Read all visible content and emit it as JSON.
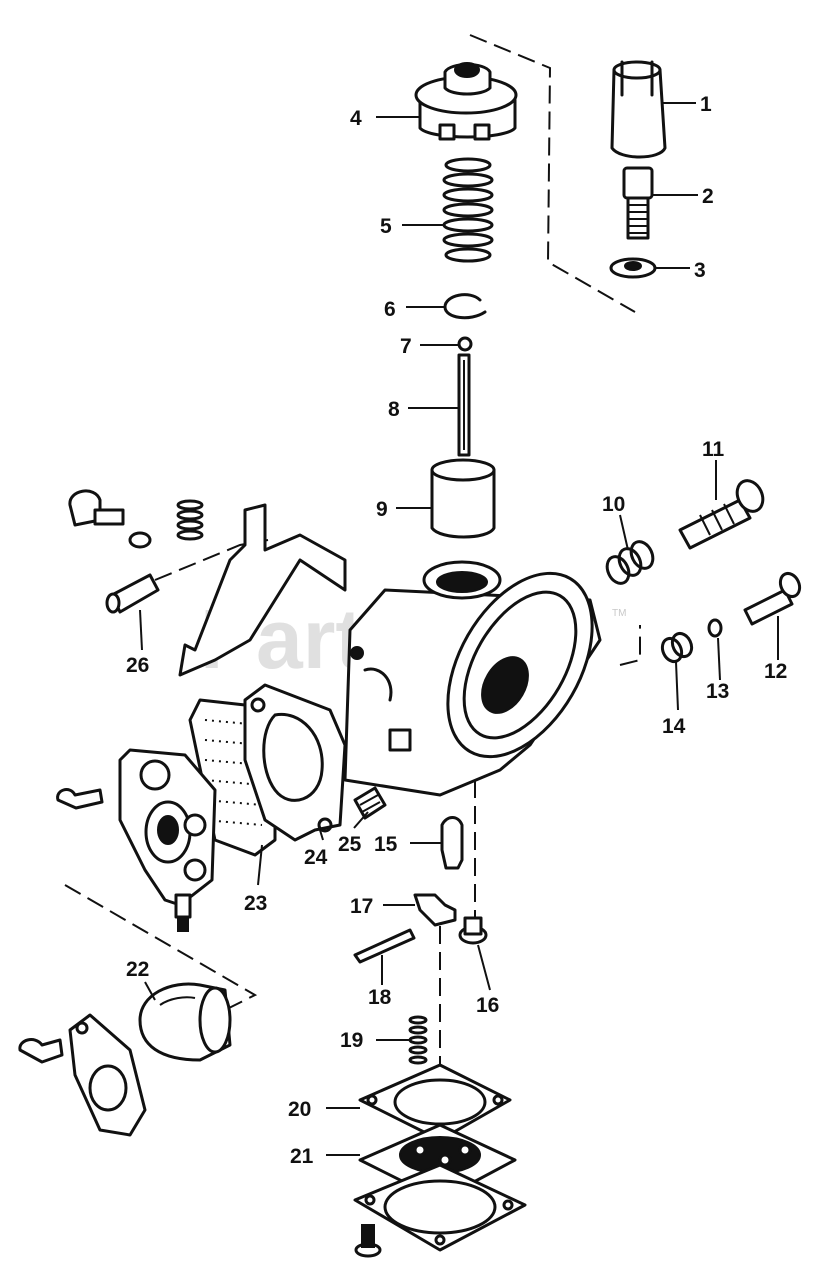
{
  "watermark": {
    "text": "PartsTree",
    "trademark": "TM"
  },
  "callouts": [
    {
      "label": "1"
    },
    {
      "label": "2"
    },
    {
      "label": "3"
    },
    {
      "label": "4"
    },
    {
      "label": "5"
    },
    {
      "label": "6"
    },
    {
      "label": "7"
    },
    {
      "label": "8"
    },
    {
      "label": "9"
    },
    {
      "label": "10"
    },
    {
      "label": "11"
    },
    {
      "label": "12"
    },
    {
      "label": "13"
    },
    {
      "label": "14"
    },
    {
      "label": "15"
    },
    {
      "label": "16"
    },
    {
      "label": "17"
    },
    {
      "label": "18"
    },
    {
      "label": "19"
    },
    {
      "label": "20"
    },
    {
      "label": "21"
    },
    {
      "label": "22"
    },
    {
      "label": "23"
    },
    {
      "label": "24"
    },
    {
      "label": "25"
    },
    {
      "label": "26"
    }
  ]
}
